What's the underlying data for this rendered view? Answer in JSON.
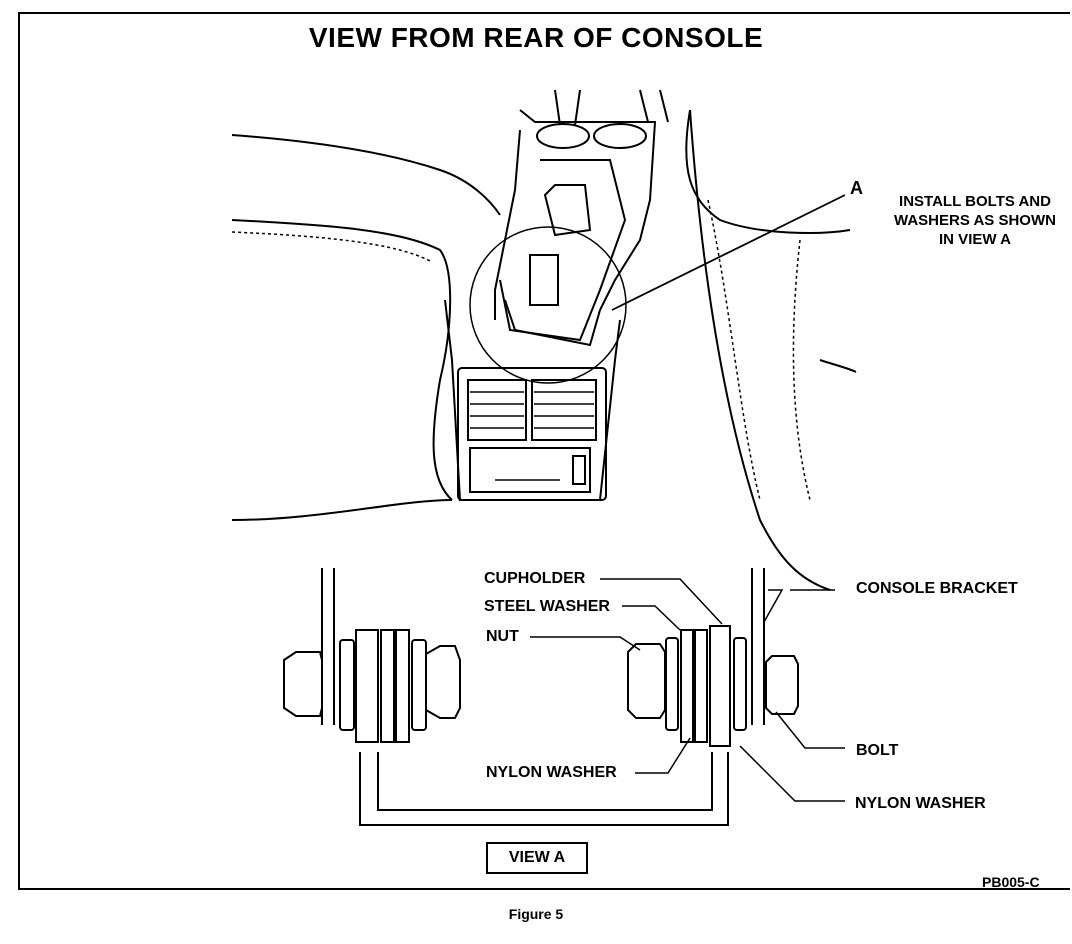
{
  "title": "VIEW FROM REAR OF CONSOLE",
  "callout": {
    "letter": "A",
    "note_lines": [
      "INSTALL BOLTS AND",
      "WASHERS AS SHOWN",
      "IN VIEW A"
    ]
  },
  "labels": {
    "cupholder": "CUPHOLDER",
    "steel_washer": "STEEL WASHER",
    "nut": "NUT",
    "console_bracket": "CONSOLE BRACKET",
    "bolt": "BOLT",
    "nylon_washer_left": "NYLON WASHER",
    "nylon_washer_right": "NYLON WASHER"
  },
  "view_label": "VIEW A",
  "drawing_code": "PB005-C",
  "figure_caption": "Figure 5"
}
